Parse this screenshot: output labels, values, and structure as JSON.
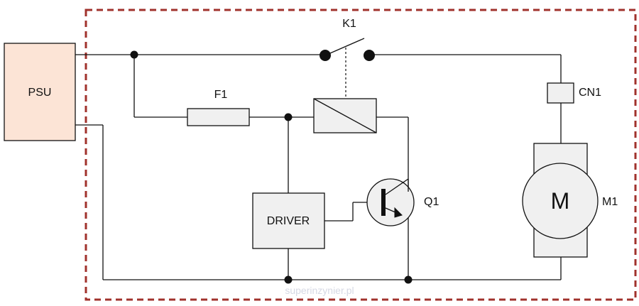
{
  "colors": {
    "boundary": "#a0322c",
    "psu_fill": "#fce4d6",
    "component_fill": "#f0f0f0",
    "wire": "#111111",
    "watermark": "#d6d9e4"
  },
  "labels": {
    "psu": "PSU",
    "relay": "K1",
    "fuse": "F1",
    "connector": "CN1",
    "driver": "DRIVER",
    "transistor": "Q1",
    "motor_symbol": "M",
    "motor": "M1"
  },
  "watermark": "superinzynier.pl"
}
